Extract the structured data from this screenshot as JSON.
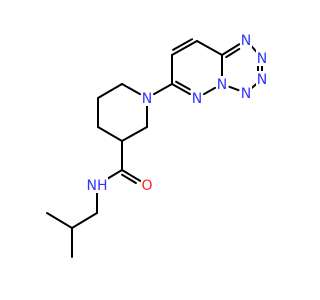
{
  "colors": {
    "background": "#ffffff",
    "bond": "#000000",
    "nitrogen": "#3333ff",
    "oxygen": "#ff2020"
  },
  "molecule": {
    "atoms": [
      {
        "id": "N1",
        "label": "N",
        "element": "N"
      },
      {
        "id": "C2",
        "label": "",
        "element": "C"
      },
      {
        "id": "C3",
        "label": "",
        "element": "C"
      },
      {
        "id": "C4",
        "label": "",
        "element": "C"
      },
      {
        "id": "C5",
        "label": "",
        "element": "C"
      },
      {
        "id": "C6",
        "label": "",
        "element": "C"
      },
      {
        "id": "C7",
        "label": "",
        "element": "C"
      },
      {
        "id": "O8",
        "label": "O",
        "element": "O"
      },
      {
        "id": "N9",
        "label": "NH",
        "element": "N"
      },
      {
        "id": "C10",
        "label": "",
        "element": "C"
      },
      {
        "id": "C11",
        "label": "",
        "element": "C"
      },
      {
        "id": "C12",
        "label": "",
        "element": "C"
      },
      {
        "id": "C13",
        "label": "",
        "element": "C"
      },
      {
        "id": "C14",
        "label": "",
        "element": "C"
      },
      {
        "id": "C15",
        "label": "",
        "element": "C"
      },
      {
        "id": "C16",
        "label": "",
        "element": "C"
      },
      {
        "id": "C17",
        "label": "",
        "element": "C"
      },
      {
        "id": "N18",
        "label": "N",
        "element": "N"
      },
      {
        "id": "N19",
        "label": "N",
        "element": "N"
      },
      {
        "id": "N20",
        "label": "N",
        "element": "N"
      },
      {
        "id": "N21",
        "label": "N",
        "element": "N"
      },
      {
        "id": "N22",
        "label": "N",
        "element": "N"
      },
      {
        "id": "N23",
        "label": "N",
        "element": "N"
      }
    ],
    "bonds": [
      {
        "a": "N1",
        "b": "C2",
        "order": 1
      },
      {
        "a": "C2",
        "b": "C3",
        "order": 1
      },
      {
        "a": "C3",
        "b": "C4",
        "order": 1
      },
      {
        "a": "C4",
        "b": "C5",
        "order": 1
      },
      {
        "a": "C5",
        "b": "C6",
        "order": 1
      },
      {
        "a": "C6",
        "b": "N1",
        "order": 1
      },
      {
        "a": "C5",
        "b": "C7",
        "order": 1
      },
      {
        "a": "C7",
        "b": "O8",
        "order": 2
      },
      {
        "a": "C7",
        "b": "N9",
        "order": 1
      },
      {
        "a": "N9",
        "b": "C10",
        "order": 1
      },
      {
        "a": "C10",
        "b": "C11",
        "order": 1
      },
      {
        "a": "C11",
        "b": "C12",
        "order": 1
      },
      {
        "a": "C11",
        "b": "C13",
        "order": 1
      },
      {
        "a": "N1",
        "b": "C14",
        "order": 1
      },
      {
        "a": "C14",
        "b": "C15",
        "order": 1
      },
      {
        "a": "C15",
        "b": "C16",
        "order": 2
      },
      {
        "a": "C16",
        "b": "C17",
        "order": 1
      },
      {
        "a": "C17",
        "b": "N21",
        "order": 2
      },
      {
        "a": "N21",
        "b": "N22",
        "order": 1
      },
      {
        "a": "N22",
        "b": "N23",
        "order": 2
      },
      {
        "a": "N23",
        "b": "N20",
        "order": 1
      },
      {
        "a": "N20",
        "b": "N19",
        "order": 1
      },
      {
        "a": "N19",
        "b": "N18",
        "order": 1
      },
      {
        "a": "N18",
        "b": "C14",
        "order": 2
      },
      {
        "a": "N19",
        "b": "C17",
        "order": 1
      }
    ]
  }
}
